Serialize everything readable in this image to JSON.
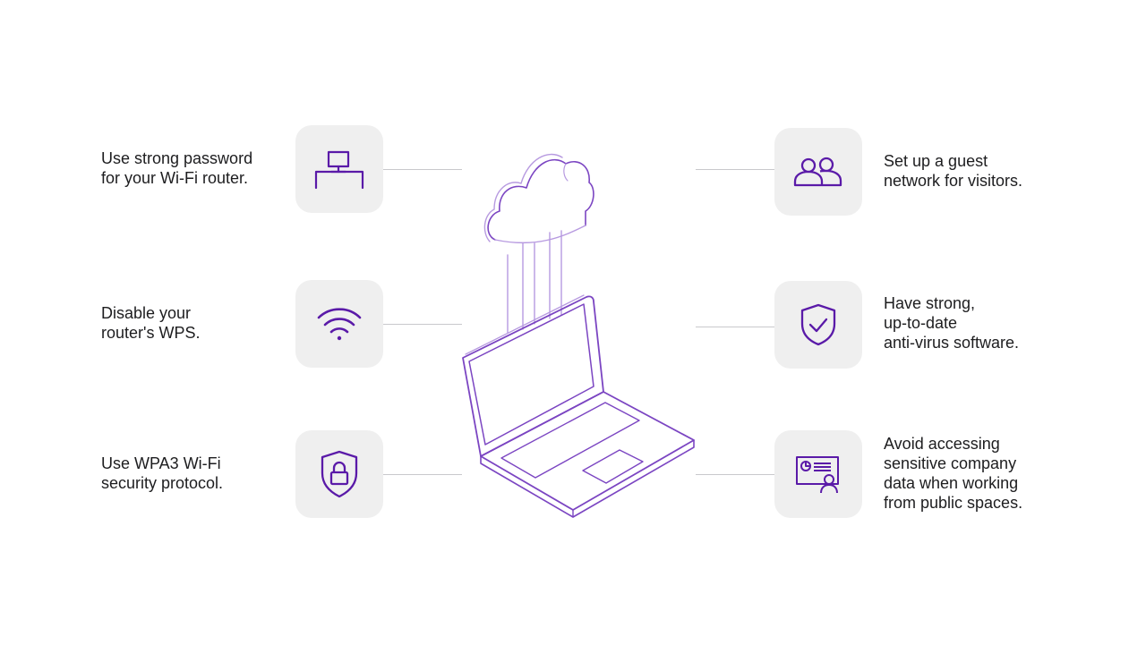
{
  "colors": {
    "accent": "#5a1aa8",
    "illustration": "#7b45c2",
    "tile": "#efefef",
    "connector": "#c9c9cc",
    "text": "#1d1d1f"
  },
  "tips": {
    "router_password": {
      "lines": [
        "Use strong password",
        "for your Wi-Fi router."
      ],
      "icon": "router-icon"
    },
    "disable_wps": {
      "lines": [
        "Disable your",
        "router's WPS."
      ],
      "icon": "wifi-icon"
    },
    "wpa3": {
      "lines": [
        "Use WPA3 Wi-Fi",
        "security protocol."
      ],
      "icon": "lock-shield-icon"
    },
    "guest_network": {
      "lines": [
        "Set up a guest",
        "network for visitors."
      ],
      "icon": "users-icon"
    },
    "antivirus": {
      "lines": [
        "Have strong,",
        "up-to-date",
        "anti-virus software."
      ],
      "icon": "shield-check-icon"
    },
    "public_spaces": {
      "lines": [
        "Avoid accessing",
        "sensitive company",
        "data when working",
        "from public spaces."
      ],
      "icon": "presentation-user-icon"
    }
  }
}
